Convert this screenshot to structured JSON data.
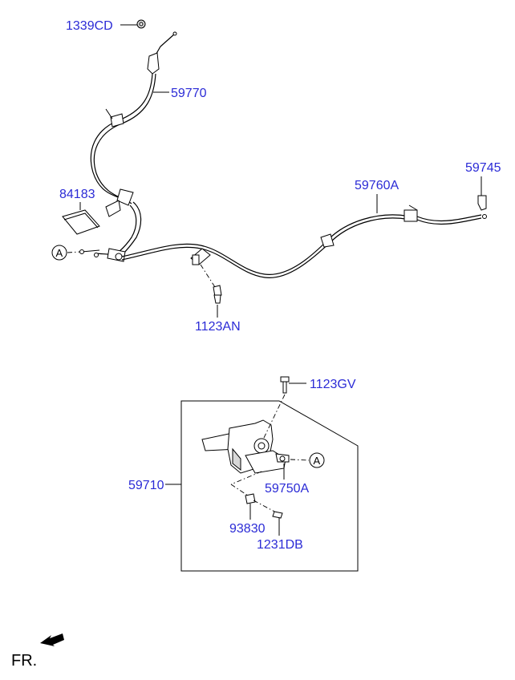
{
  "colors": {
    "label": "#2b2bd6",
    "line": "#000000",
    "background": "#ffffff"
  },
  "labels": {
    "p1339CD": "1339CD",
    "p59770": "59770",
    "p59745": "59745",
    "p59760A": "59760A",
    "p84183": "84183",
    "p1123AN": "1123AN",
    "p1123GV": "1123GV",
    "p59710": "59710",
    "p59750A": "59750A",
    "p93830": "93830",
    "p1231DB": "1231DB"
  },
  "callouts": {
    "a_upper": "A",
    "a_lower": "A"
  },
  "footer": {
    "front_label": "FR."
  },
  "icons": {
    "front_arrow": "arrow-icon"
  }
}
